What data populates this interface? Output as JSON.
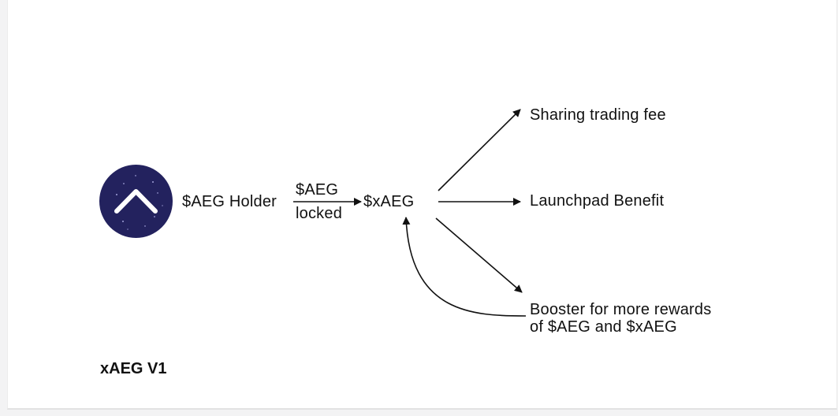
{
  "diagram": {
    "holder_label": "$AEG Holder",
    "lock_label_top": "$AEG",
    "lock_label_bottom": "locked",
    "token_label": "$xAEG",
    "benefits": [
      {
        "label": "Sharing trading fee"
      },
      {
        "label": "Launchpad Benefit"
      },
      {
        "label": "Booster for more rewards\nof $AEG and $xAEG"
      }
    ],
    "caption": "xAEG V1"
  },
  "colors": {
    "logo_background": "#23225e",
    "logo_chevron": "#ffffff",
    "arrow": "#111111",
    "text": "#111111"
  },
  "icons": {
    "logo": "chevron-up-logo-icon"
  }
}
